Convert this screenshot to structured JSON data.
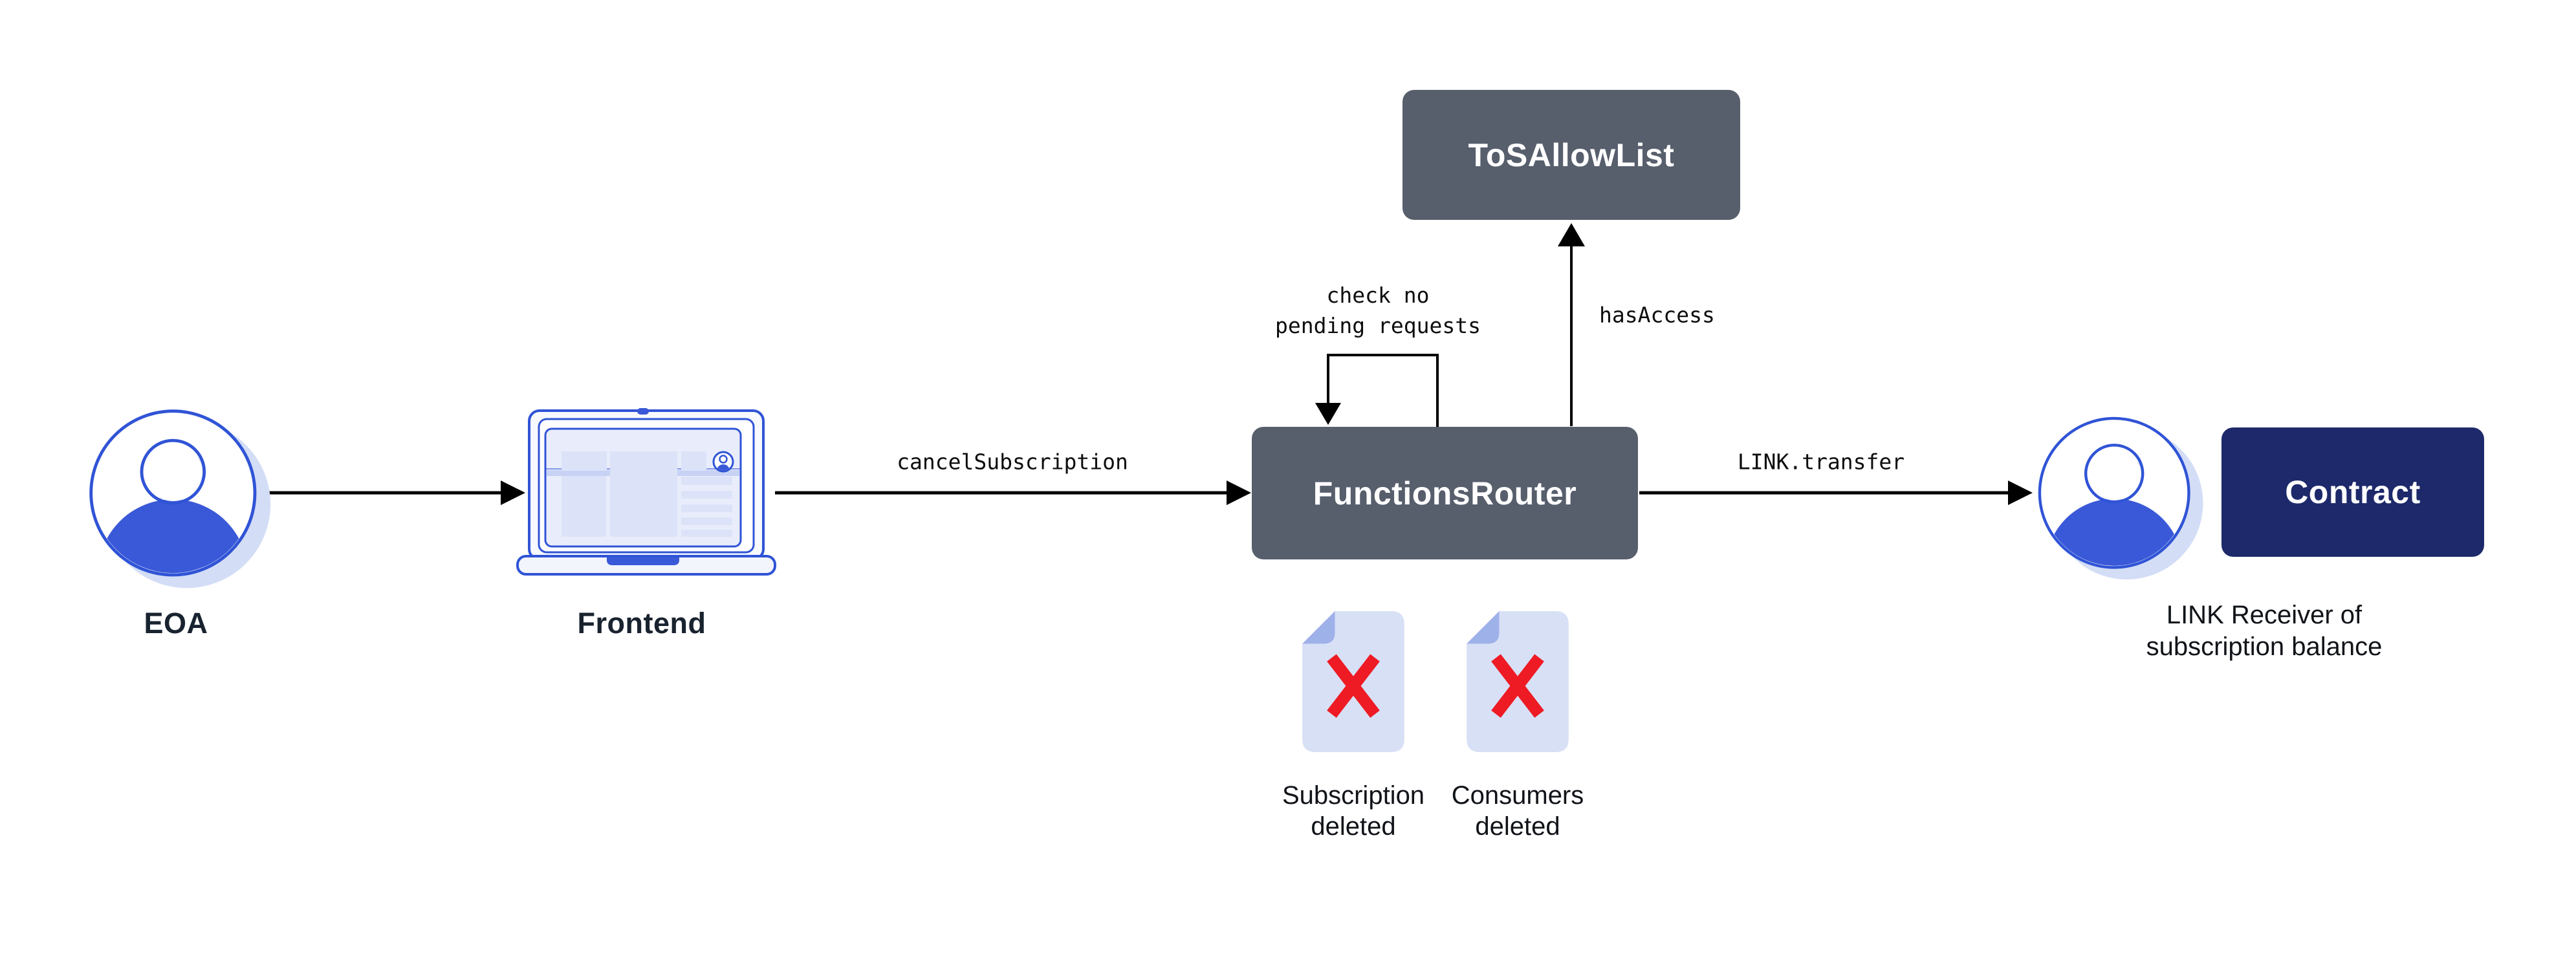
{
  "diagram": {
    "background_color": "#FFFFFF",
    "nodes": {
      "eoa": {
        "label": "EOA"
      },
      "frontend": {
        "label": "Frontend"
      },
      "functions_router": {
        "label": "FunctionsRouter"
      },
      "tos_allow_list": {
        "label": "ToSAllowList"
      },
      "contract": {
        "label": "Contract"
      },
      "link_receiver": {
        "caption_line1": "LINK Receiver of",
        "caption_line2": "subscription balance"
      }
    },
    "edges": {
      "cancel_subscription": {
        "label": "cancelSubscription"
      },
      "self_check": {
        "label_line1": "check no",
        "label_line2": "pending requests"
      },
      "has_access": {
        "label": "hasAccess"
      },
      "link_transfer": {
        "label": "LINK.transfer"
      }
    },
    "artifacts": [
      {
        "label_line1": "Subscription",
        "label_line2": "deleted"
      },
      {
        "label_line1": "Consumers",
        "label_line2": "deleted"
      }
    ],
    "colors": {
      "box_slate": "#575E6C",
      "box_navy": "#1D296A",
      "outline_blue": "#3054D6",
      "solid_blue": "#3A59D8",
      "shadow_periwinkle": "#D3DDF6",
      "document_fill": "#D8E0F6",
      "document_fold": "#9FB1E9",
      "delete_red": "#EE1B24",
      "connector_black": "#000000",
      "caption_dark": "#19222F"
    }
  }
}
